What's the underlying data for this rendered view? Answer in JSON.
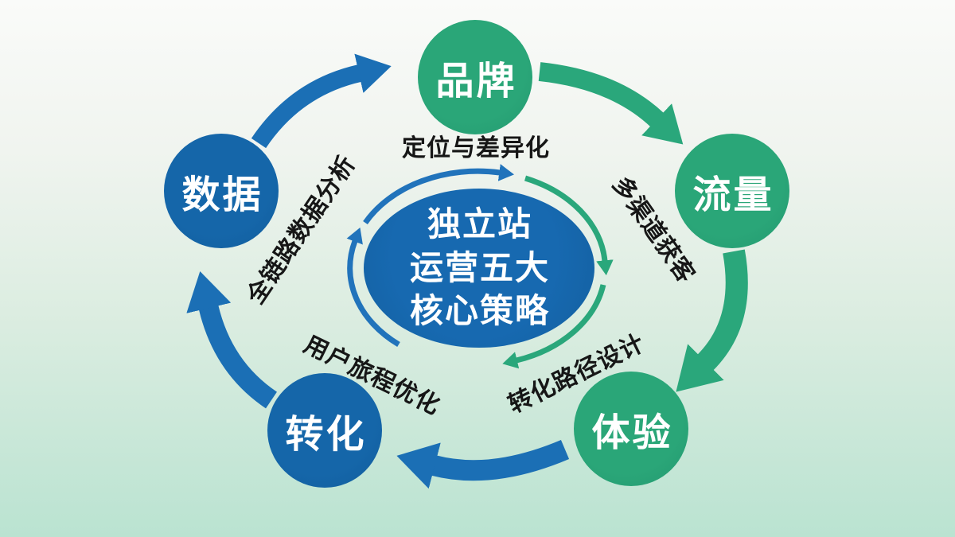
{
  "diagram_title": "独立站运营五大核心策略",
  "center": {
    "lines": [
      "独立站",
      "运营五大",
      "核心策略"
    ]
  },
  "nodes": [
    {
      "label": "品牌",
      "color_role": "green"
    },
    {
      "label": "流量",
      "color_role": "green"
    },
    {
      "label": "体验",
      "color_role": "green"
    },
    {
      "label": "转化",
      "color_role": "blue"
    },
    {
      "label": "数据",
      "color_role": "blue"
    }
  ],
  "edge_labels": [
    {
      "text": "定位与差异化",
      "for": "品牌"
    },
    {
      "text": "多渠道获客",
      "for": "流量"
    },
    {
      "text": "转化路径设计",
      "for": "体验"
    },
    {
      "text": "用户旅程优化",
      "for": "转化"
    },
    {
      "text": "全链路数据分析",
      "for": "数据"
    }
  ],
  "flow": {
    "direction": "clockwise",
    "sequence": [
      "品牌",
      "流量",
      "体验",
      "转化",
      "数据"
    ]
  },
  "colors": {
    "accent-green": "#2aa678",
    "accent-blue": "#1566a9",
    "center-blue": "#1769b0",
    "arrow-blue": "#1b6fb5",
    "arrow-green": "#2aa77b",
    "ring-blue": "#2173bb",
    "ring-green": "#2aa77b",
    "label-ink": "#161616",
    "bg-top": "#fafbf9",
    "bg-bottom": "#bae3d1"
  }
}
